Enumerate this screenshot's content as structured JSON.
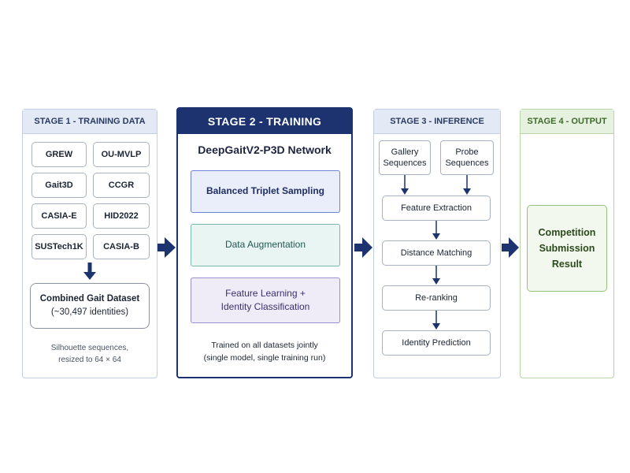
{
  "stage1": {
    "header": "STAGE 1 - TRAINING DATA",
    "datasets": [
      "GREW",
      "OU-MVLP",
      "Gait3D",
      "CCGR",
      "CASIA-E",
      "HID2022",
      "SUSTech1K",
      "CASIA-B"
    ],
    "combined_line1": "Combined Gait Dataset",
    "combined_line2": "(~30,497 identities)",
    "note_line1": "Silhouette sequences,",
    "note_line2": "resized to 64 × 64"
  },
  "stage2": {
    "header": "STAGE 2 - TRAINING",
    "network": "DeepGaitV2-P3D Network",
    "step1": "Balanced Triplet Sampling",
    "step2": "Data Augmentation",
    "step3_line1": "Feature Learning +",
    "step3_line2": "Identity Classification",
    "note_line1": "Trained on all datasets jointly",
    "note_line2": "(single model, single training run)"
  },
  "stage3": {
    "header": "STAGE 3 - INFERENCE",
    "gallery_line1": "Gallery",
    "gallery_line2": "Sequences",
    "probe_line1": "Probe",
    "probe_line2": "Sequences",
    "steps": [
      "Feature Extraction",
      "Distance Matching",
      "Re-ranking",
      "Identity Prediction"
    ]
  },
  "stage4": {
    "header": "STAGE 4 - OUTPUT",
    "result_line1": "Competition",
    "result_line2": "Submission",
    "result_line3": "Result"
  },
  "colors": {
    "stage2_navy": "#1d3370",
    "arrow": "#1d3370",
    "inference_header_bg": "#e3eaf6",
    "output_green": "#96c07c"
  }
}
